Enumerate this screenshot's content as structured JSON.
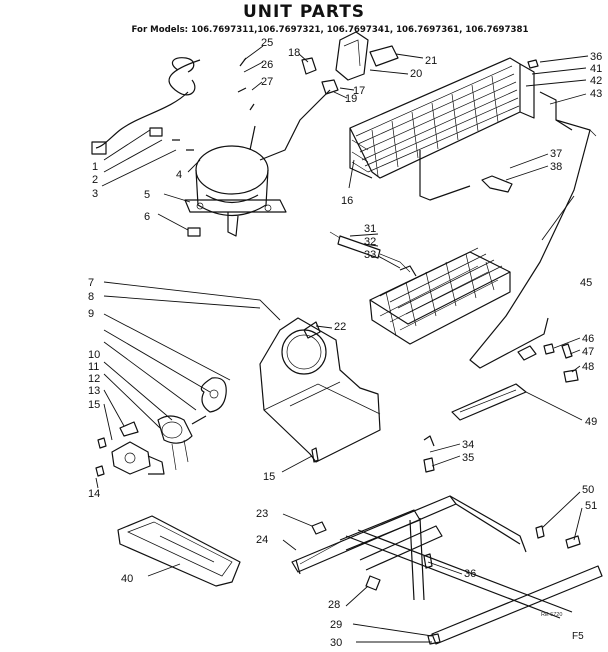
{
  "title": "UNIT PARTS",
  "subtitle": "For Models: 106.7697311,106.7697321, 106.7697341, 106.7697361, 106.7697381",
  "drawing_code": "RE 6720",
  "footer_code": "F5",
  "callouts": {
    "c1": "1",
    "c2": "2",
    "c3": "3",
    "c4": "4",
    "c5": "5",
    "c6": "6",
    "c7": "7",
    "c8": "8",
    "c9": "9",
    "c10": "10",
    "c11": "11",
    "c12": "12",
    "c13": "13",
    "c14": "14",
    "c15a": "15",
    "c15b": "15",
    "c16": "16",
    "c17": "17",
    "c18": "18",
    "c19": "19",
    "c20": "20",
    "c21": "21",
    "c22": "22",
    "c23": "23",
    "c24": "24",
    "c25": "25",
    "c26": "26",
    "c27": "27",
    "c28": "28",
    "c29": "29",
    "c30": "30",
    "c31": "31",
    "c32": "32",
    "c33": "33",
    "c34": "34",
    "c35": "35",
    "c36a": "36",
    "c36b": "36",
    "c37": "37",
    "c38": "38",
    "c40": "40",
    "c41": "41",
    "c42": "42",
    "c43": "43",
    "c45": "45",
    "c46": "46",
    "c47": "47",
    "c48": "48",
    "c49": "49",
    "c50": "50",
    "c51": "51"
  }
}
